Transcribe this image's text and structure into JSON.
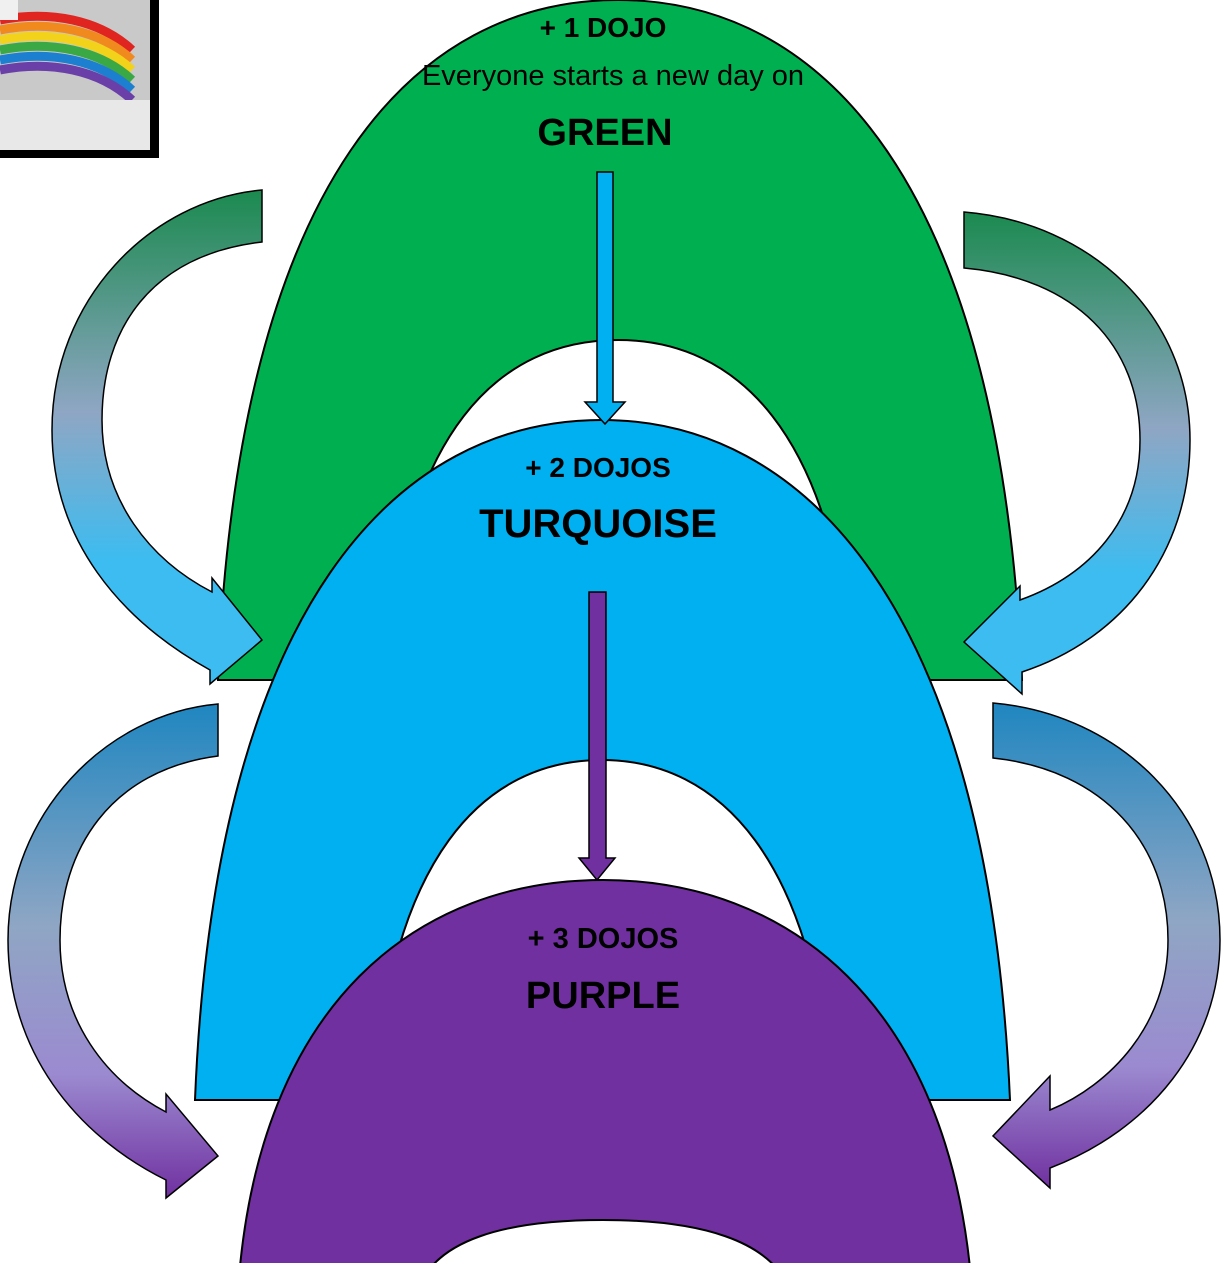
{
  "levels": [
    {
      "points": "+ 1 DOJO",
      "intro": "Everyone starts a new day on",
      "name": "GREEN",
      "color": "#00b050"
    },
    {
      "points": "+ 2 DOJOS",
      "name": "TURQUOISE",
      "color": "#00b0f0"
    },
    {
      "points": "+ 3 DOJOS",
      "name": "PURPLE",
      "color": "#7030a0"
    }
  ],
  "arrow_colors": {
    "green_to_turquoise": "#00b0f0",
    "turquoise_to_purple": "#7030a0",
    "side_green_top": "#1b8a4f",
    "side_blue_top": "#1f86c0",
    "side_mid": "#8fa6c4",
    "side_light_blue": "#3cbcf0",
    "side_light_purple": "#9b8ad0",
    "side_purple": "#7030a0"
  },
  "thumbnail": {
    "description_icon": "rainbow-photo-icon"
  }
}
